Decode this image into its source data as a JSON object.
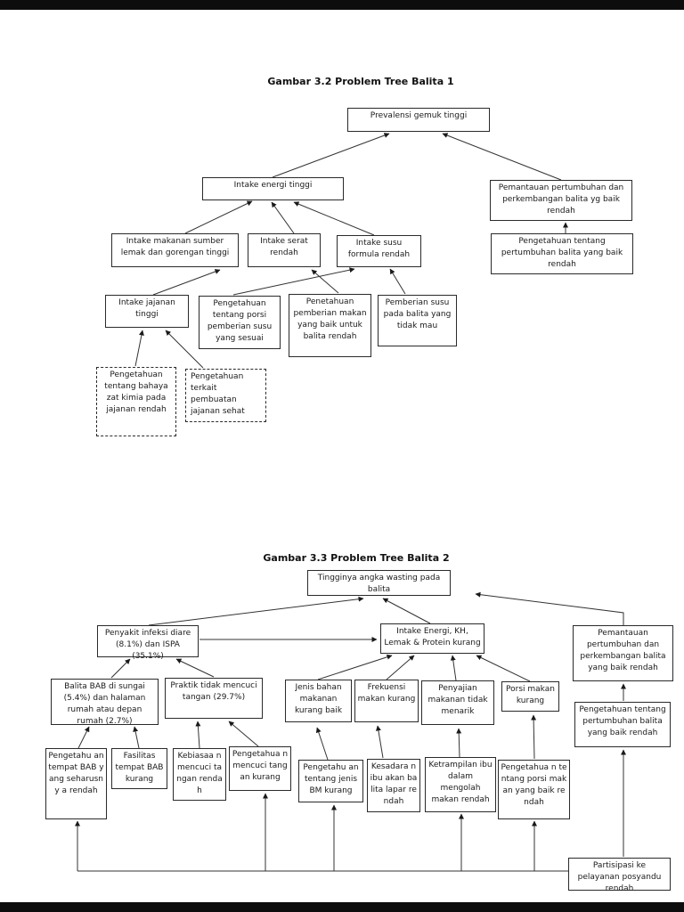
{
  "figure1": {
    "title": "Gambar 3.2 Problem Tree Balita 1",
    "nodes": {
      "prevalensi": "Prevalensi gemuk tinggi",
      "intake_energi": "Intake energi tinggi",
      "pemantauan": "Pemantauan pertumbuhan dan perkembangan balita yg baik rendah",
      "pengetahuan_pertumbuhan": "Pengetahuan tentang pertumbuhan balita yang baik rendah",
      "intake_lemak": "Intake makanan sumber lemak dan gorengan tinggi",
      "intake_serat": "Intake serat rendah",
      "intake_susu": "Intake susu formula rendah",
      "intake_jajanan": "Intake jajanan tinggi",
      "porsi_susu": "Pengetahuan tentang porsi pemberian susu yang sesuai",
      "penetahuan_pemberian": "Penetahuan pemberian makan yang baik untuk balita rendah",
      "pemberian_susu": "Pemberian susu pada balita yang tidak mau",
      "bahaya_kimia": "Pengetahuan tentang bahaya  zat kimia pada jajanan rendah",
      "pembuatan_jajanan": "Pengetahuan terkait pembuatan jajanan sehat"
    }
  },
  "figure2": {
    "title": "Gambar 3.3 Problem Tree Balita 2",
    "nodes": {
      "wasting": "Tingginya angka wasting pada balita",
      "penyakit": "Penyakit infeksi diare (8.1%) dan ISPA (35.1%)",
      "intake": "Intake Energi, KH, Lemak & Protein kurang",
      "pemantauan": "Pemantauan pertumbuhan dan perkembangan balita yang baik rendah",
      "pengetahuan_pertumbuhan": "Pengetahuan tentang pertumbuhan balita yang baik rendah",
      "balita_bab": "Balita BAB di sungai (5.4%) dan halaman rumah atau depan rumah (2.7%)",
      "praktik": "Praktik tidak mencuci tangan (29.7%)",
      "jenis_bahan": "Jenis bahan makanan kurang baik",
      "frekuensi": "Frekuensi makan kurang",
      "penyajian": "Penyajian makanan tidak menarik",
      "porsi": "Porsi makan kurang",
      "pengetahuan_bab": "Pengetahu an tempat BAB yang seharusny a rendah",
      "fasilitas": "Fasilitas tempat BAB kurang",
      "kebiasaan": "Kebiasaa n mencuci tangan rendah",
      "pengetahuan_cuci": "Pengetahua n mencuci tangan kurang",
      "pengetahuan_bm": "Pengetahu an tentang jenis BM kurang",
      "kesadaran": "Kesadara n ibu akan balita lapar rendah",
      "ketrampilan": "Ketrampilan ibu dalam mengolah makan rendah",
      "pengetahuan_porsi": "Pengetahua n tentang porsi makan yang baik rendah",
      "partisipasi": "Partisipasi ke pelayanan posyandu rendah"
    }
  },
  "colors": {
    "background": "#ffffff",
    "box_border": "#2a2a2a",
    "text": "#1a1a1a",
    "edge_bar": "#0d0d0d",
    "connector": "#333333"
  }
}
